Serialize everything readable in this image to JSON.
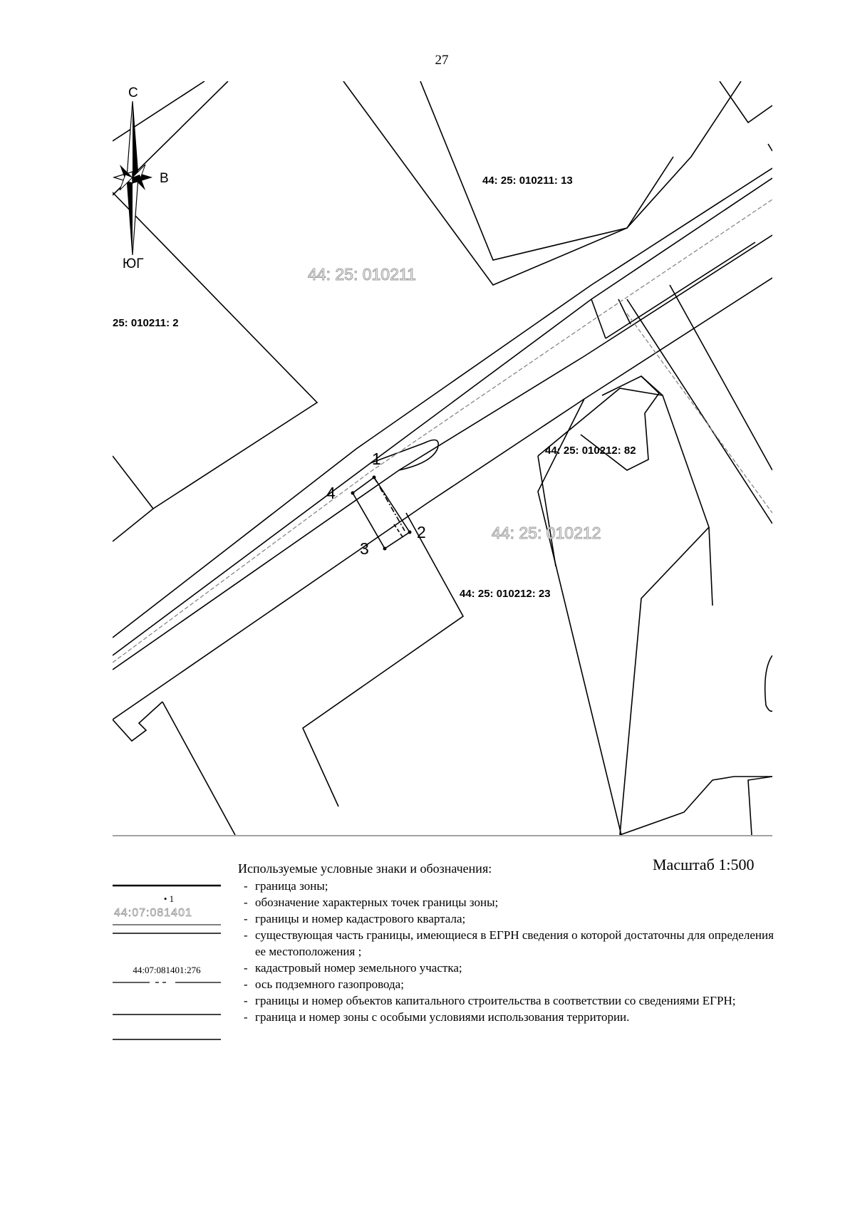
{
  "page": {
    "number": "27"
  },
  "map": {
    "compass": {
      "north": "С",
      "east": "В",
      "south": "ЮГ"
    },
    "parcel_labels": [
      "44: 25: 010211: 13",
      "25: 010211: 2",
      "44: 25: 010212: 82",
      "44: 25: 010212: 23"
    ],
    "quarter_labels": [
      "44: 25: 010211",
      "44: 25: 010212"
    ],
    "points": [
      "1",
      "2",
      "3",
      "4"
    ]
  },
  "scale": "Масштаб 1:500",
  "legend": {
    "title": "Используемые условные знаки и обозначения:",
    "samples": {
      "point": "• 1",
      "quarter": "44:07:081401",
      "parcel_number": "44:07:081401:276"
    },
    "items": [
      "граница зоны;",
      "обозначение характерных точек границы зоны;",
      "границы и номер кадастрового квартала;",
      "существующая часть границы, имеющиеся в ЕГРН сведения о которой достаточны для определения ее местоположения ;",
      "кадастровый номер земельного участка;",
      "ось подземного газопровода;",
      "границы и номер объектов капитального строительства в соответствии со сведениями ЕГРН;",
      "граница и номер зоны с особыми условиями использования территории."
    ]
  },
  "colors": {
    "line": "#000000",
    "quarter_label_outline": "#9a9a9a",
    "gas_axis": "#888888"
  }
}
